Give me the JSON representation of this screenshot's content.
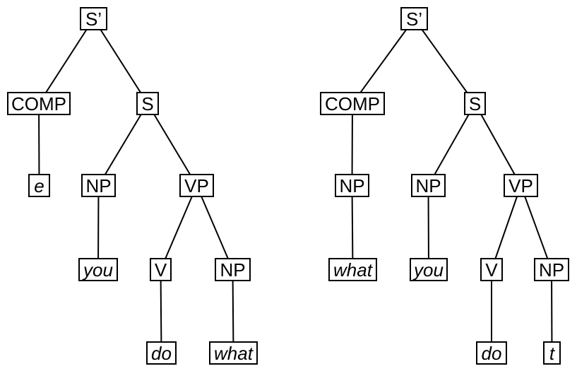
{
  "colors": {
    "background": "#ffffff",
    "line": "#000000",
    "box_border": "#000000",
    "box_fill": "#ffffff",
    "text": "#000000"
  },
  "diagram_type": "syntax-tree-pair",
  "trees": [
    {
      "side": "left",
      "nodes": [
        {
          "id": "s-bar",
          "label": "S’",
          "italic": false
        },
        {
          "id": "comp",
          "label": "COMP",
          "italic": false
        },
        {
          "id": "s",
          "label": "S",
          "italic": false
        },
        {
          "id": "e",
          "label": "e",
          "italic": true
        },
        {
          "id": "np-subject",
          "label": "NP",
          "italic": false
        },
        {
          "id": "vp",
          "label": "VP",
          "italic": false
        },
        {
          "id": "you",
          "label": "you",
          "italic": true
        },
        {
          "id": "v",
          "label": "V",
          "italic": false
        },
        {
          "id": "np-object",
          "label": "NP",
          "italic": false
        },
        {
          "id": "do",
          "label": "do",
          "italic": true
        },
        {
          "id": "what",
          "label": "what",
          "italic": true
        }
      ],
      "edges": [
        [
          "s-bar",
          "comp"
        ],
        [
          "s-bar",
          "s"
        ],
        [
          "comp",
          "e"
        ],
        [
          "s",
          "np-subject"
        ],
        [
          "s",
          "vp"
        ],
        [
          "np-subject",
          "you"
        ],
        [
          "vp",
          "v"
        ],
        [
          "vp",
          "np-object"
        ],
        [
          "v",
          "do"
        ],
        [
          "np-object",
          "what"
        ]
      ]
    },
    {
      "side": "right",
      "nodes": [
        {
          "id": "s-bar",
          "label": "S’",
          "italic": false
        },
        {
          "id": "comp",
          "label": "COMP",
          "italic": false
        },
        {
          "id": "s",
          "label": "S",
          "italic": false
        },
        {
          "id": "np-comp",
          "label": "NP",
          "italic": false
        },
        {
          "id": "np-subject",
          "label": "NP",
          "italic": false
        },
        {
          "id": "vp",
          "label": "VP",
          "italic": false
        },
        {
          "id": "what",
          "label": "what",
          "italic": true
        },
        {
          "id": "you",
          "label": "you",
          "italic": true
        },
        {
          "id": "v",
          "label": "V",
          "italic": false
        },
        {
          "id": "np-object",
          "label": "NP",
          "italic": false
        },
        {
          "id": "do",
          "label": "do",
          "italic": true
        },
        {
          "id": "t",
          "label": "t",
          "italic": true
        }
      ],
      "edges": [
        [
          "s-bar",
          "comp"
        ],
        [
          "s-bar",
          "s"
        ],
        [
          "comp",
          "np-comp"
        ],
        [
          "s",
          "np-subject"
        ],
        [
          "s",
          "vp"
        ],
        [
          "np-comp",
          "what"
        ],
        [
          "np-subject",
          "you"
        ],
        [
          "vp",
          "v"
        ],
        [
          "vp",
          "np-object"
        ],
        [
          "v",
          "do"
        ],
        [
          "np-object",
          "t"
        ]
      ]
    }
  ]
}
